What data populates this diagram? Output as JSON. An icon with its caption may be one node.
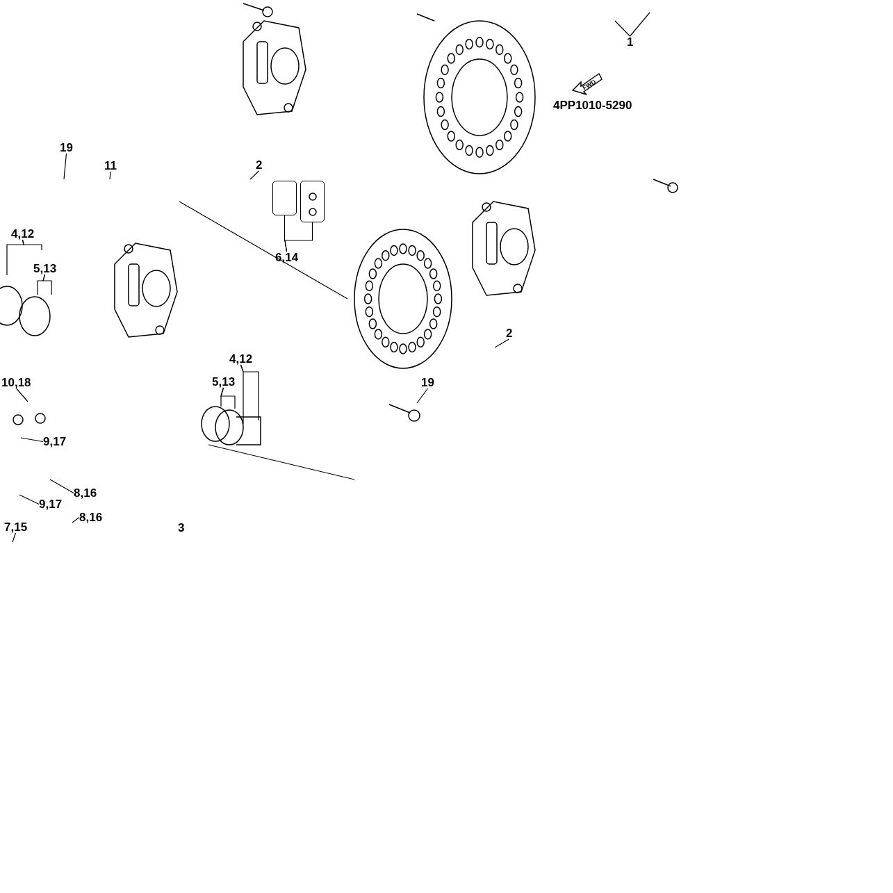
{
  "diagram": {
    "nodes": [
      {
        "text": [
          "1"
        ]
      },
      {
        "text": [
          "19"
        ]
      },
      {
        "text": [
          "11"
        ]
      },
      {
        "text": [
          "2"
        ]
      },
      {
        "text": [
          "4,12"
        ]
      },
      {
        "text": [
          "5,13"
        ]
      },
      {
        "text": [
          "6,14"
        ]
      },
      {
        "text": [
          "2"
        ]
      },
      {
        "text": [
          "4,12"
        ]
      },
      {
        "text": [
          "10,18"
        ]
      },
      {
        "text": [
          "5,13"
        ]
      },
      {
        "text": [
          "19"
        ]
      },
      {
        "text": [
          "9,17"
        ]
      },
      {
        "text": [
          "8,16"
        ]
      },
      {
        "text": [
          "9,17"
        ]
      },
      {
        "text": [
          "8,16"
        ]
      },
      {
        "text": [
          "7,15"
        ]
      },
      {
        "text": [
          "3"
        ]
      },
      {
        "text": [],
        "shape": "box"
      },
      {
        "text": [],
        "shape": "box"
      }
    ],
    "edges": [
      {
        "from": 0,
        "to": null,
        "arrow": "none"
      },
      {
        "from": 0,
        "to": null,
        "arrow": "none"
      },
      {
        "from": 1,
        "to": null,
        "arrow": "none"
      },
      {
        "from": 2,
        "to": null,
        "arrow": "none"
      },
      {
        "from": 3,
        "to": null,
        "arrow": "none"
      },
      {
        "from": 4,
        "to": null,
        "arrow": "none"
      },
      {
        "from": 4,
        "to": null,
        "arrow": "none"
      },
      {
        "from": 5,
        "to": null,
        "arrow": "none"
      },
      {
        "from": 5,
        "to": null,
        "arrow": "none"
      },
      {
        "from": 6,
        "to": 18,
        "arrow": "none"
      },
      {
        "from": 6,
        "to": 19,
        "arrow": "none"
      },
      {
        "from": 7,
        "to": null,
        "arrow": "none"
      },
      {
        "from": 8,
        "to": null,
        "arrow": "none"
      },
      {
        "from": 8,
        "to": null,
        "arrow": "none"
      },
      {
        "from": 9,
        "to": null,
        "arrow": "none"
      },
      {
        "from": 10,
        "to": null,
        "arrow": "none"
      },
      {
        "from": 10,
        "to": null,
        "arrow": "none"
      },
      {
        "from": 11,
        "to": null,
        "arrow": "none"
      },
      {
        "from": 12,
        "to": null,
        "arrow": "none"
      },
      {
        "from": 13,
        "to": null,
        "arrow": "none"
      },
      {
        "from": 14,
        "to": null,
        "arrow": "none"
      },
      {
        "from": 15,
        "to": null,
        "arrow": "none"
      },
      {
        "from": 16,
        "to": null,
        "arrow": "none"
      }
    ],
    "labels": [
      "FWD",
      "4PP1010-5290"
    ]
  }
}
